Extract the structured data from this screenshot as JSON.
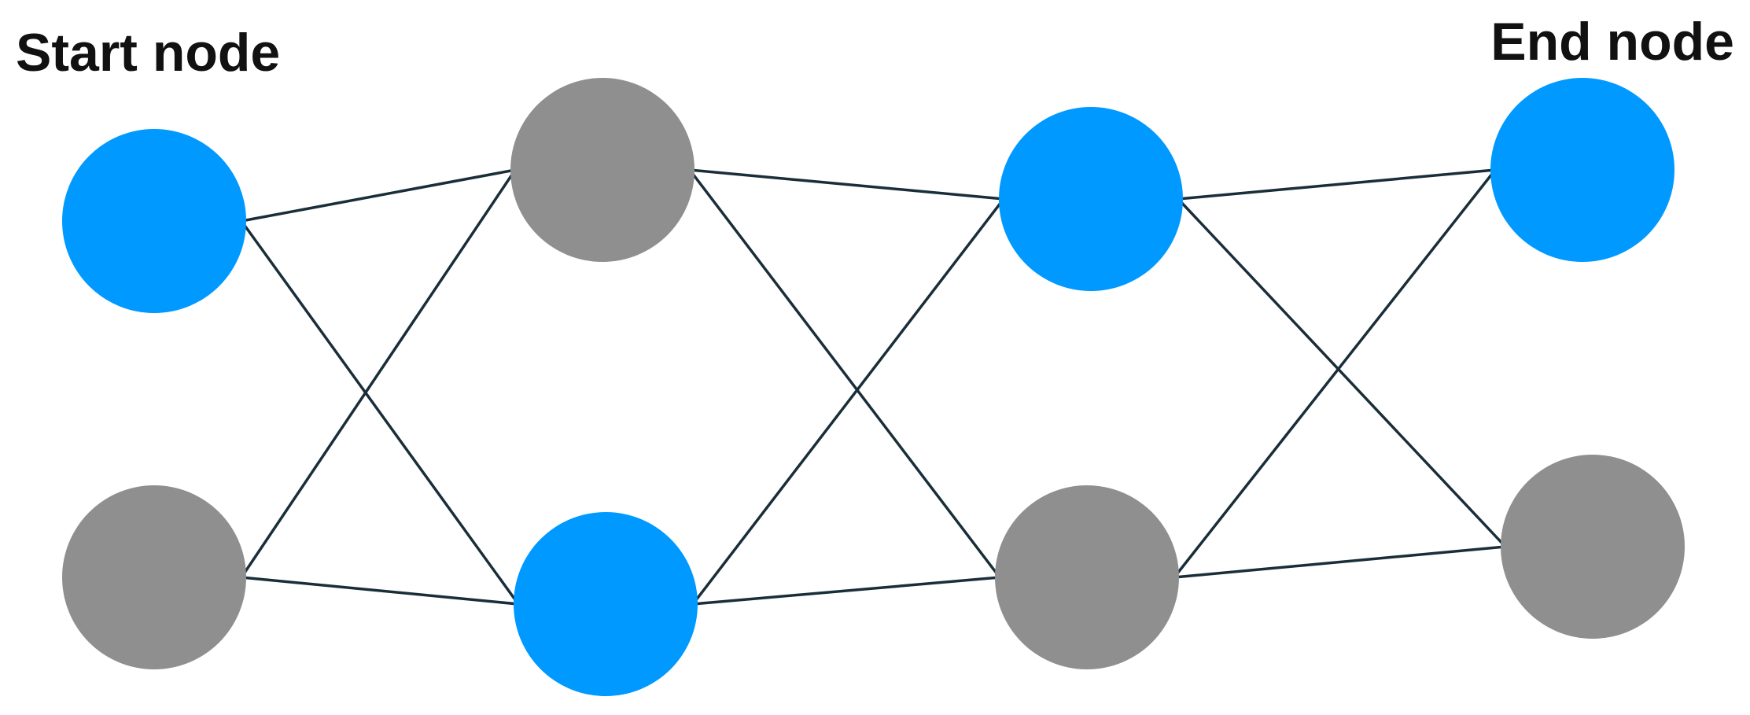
{
  "labels": {
    "start": "Start node",
    "end": "End node"
  },
  "colors": {
    "active": "#0099FF",
    "inactive": "#8F8F8F",
    "edge": "#1A2E3A",
    "text": "#111111"
  },
  "nodes": [
    {
      "id": "c1-top",
      "state": "active"
    },
    {
      "id": "c1-bottom",
      "state": "inactive"
    },
    {
      "id": "c2-top",
      "state": "inactive"
    },
    {
      "id": "c2-bottom",
      "state": "active"
    },
    {
      "id": "c3-top",
      "state": "active"
    },
    {
      "id": "c3-bottom",
      "state": "inactive"
    },
    {
      "id": "c4-top",
      "state": "active"
    },
    {
      "id": "c4-bottom",
      "state": "inactive"
    }
  ],
  "edges": [
    [
      "c1-top",
      "c2-top"
    ],
    [
      "c1-top",
      "c2-bottom"
    ],
    [
      "c1-bottom",
      "c2-top"
    ],
    [
      "c1-bottom",
      "c2-bottom"
    ],
    [
      "c2-top",
      "c3-top"
    ],
    [
      "c2-top",
      "c3-bottom"
    ],
    [
      "c2-bottom",
      "c3-top"
    ],
    [
      "c2-bottom",
      "c3-bottom"
    ],
    [
      "c3-top",
      "c4-top"
    ],
    [
      "c3-top",
      "c4-bottom"
    ],
    [
      "c3-bottom",
      "c4-top"
    ],
    [
      "c3-bottom",
      "c4-bottom"
    ]
  ]
}
